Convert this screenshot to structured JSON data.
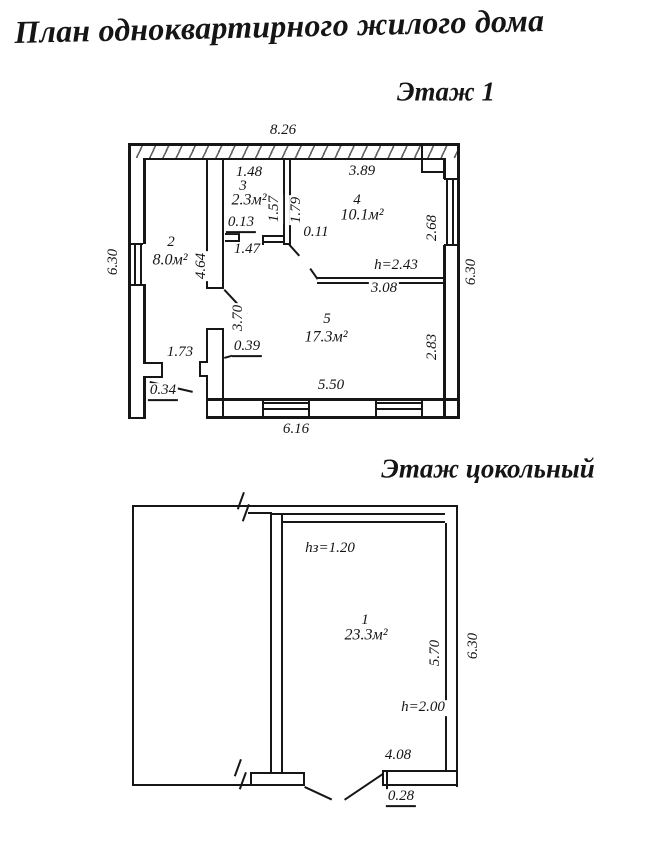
{
  "page": {
    "title_main": "План одноквартирного жилого дома"
  },
  "floor1": {
    "title": "Этаж 1",
    "rooms": {
      "r2": {
        "num": "2",
        "area": "8.0м²"
      },
      "r3": {
        "num": "3",
        "area": "2.3м²"
      },
      "r4": {
        "num": "4",
        "area": "10.1м²"
      },
      "r5": {
        "num": "5",
        "area": "17.3м²"
      }
    },
    "dims": {
      "width_top": "8.26",
      "height_left": "6.30",
      "height_right": "6.30",
      "right_upper": "2.68",
      "right_lower": "2.83",
      "r3_width": "1.48",
      "r3_height": "1.57",
      "partition_height": "1.79",
      "stub": "0.13",
      "r3_opening": "1.47",
      "d011": "0.11",
      "r4_width": "3.89",
      "ceiling_height": "h=2.43",
      "d308": "3.08",
      "wall_464": "4.64",
      "wall_370": "3.70",
      "d039": "0.39",
      "opening_173": "1.73",
      "d034": "0.34",
      "bottom_inner": "5.50",
      "bottom_outer": "6.16"
    }
  },
  "basement": {
    "title": "Этаж цокольный",
    "rooms": {
      "r1": {
        "num": "1",
        "area": "23.3м²"
      }
    },
    "dims": {
      "hz": "hз=1.20",
      "height_right_inner": "5.70",
      "height_right": "6.30",
      "ceiling_height": "h=2.00",
      "bottom_width": "4.08",
      "wall_thickness": "0.28"
    }
  }
}
